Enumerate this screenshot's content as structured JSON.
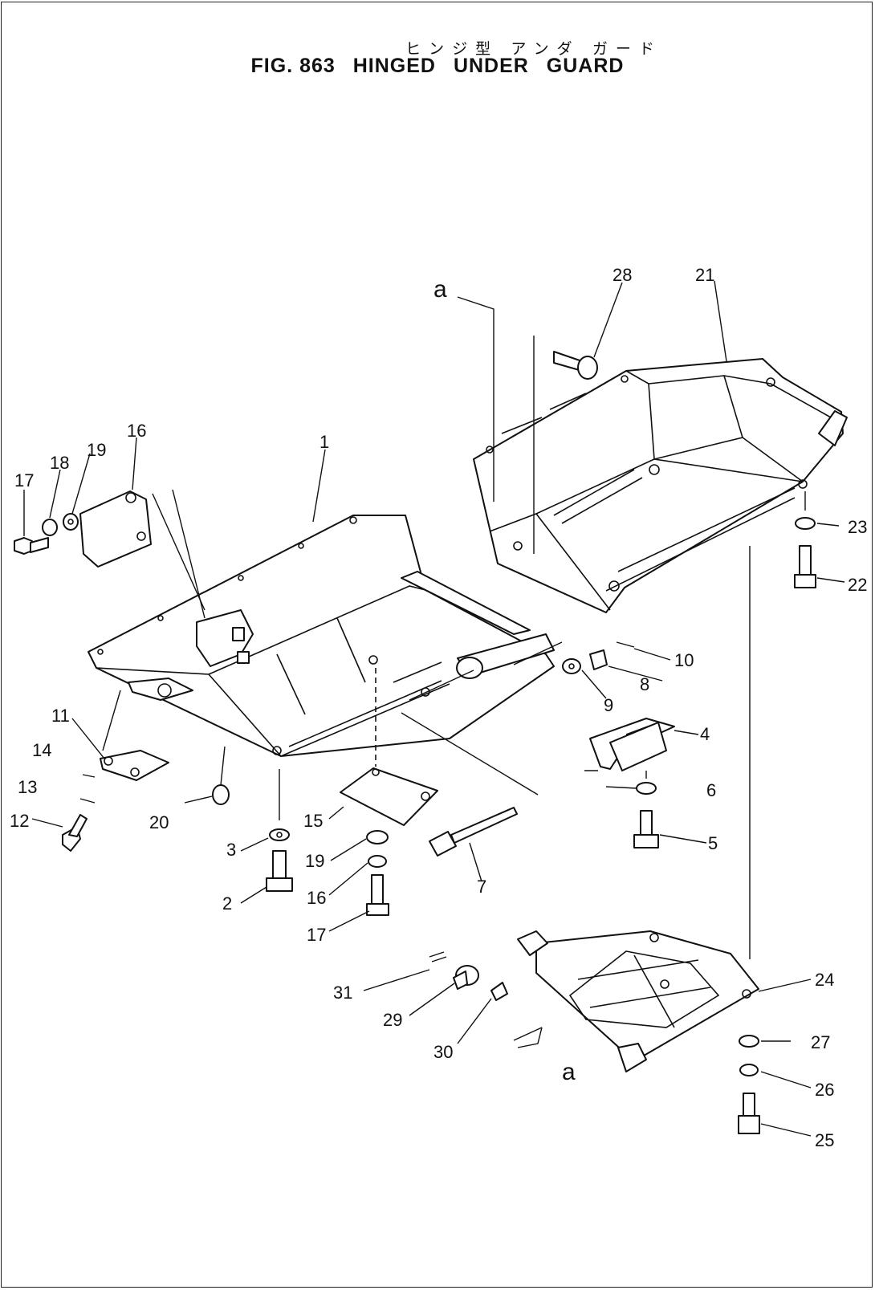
{
  "title": {
    "japanese": "ヒンジ型 アンダ ガード",
    "figure": "FIG. 863",
    "name_words": [
      "HINGED",
      "UNDER",
      "GUARD"
    ]
  },
  "callouts": [
    {
      "id": "c1",
      "text": "1"
    },
    {
      "id": "c2",
      "text": "2"
    },
    {
      "id": "c3",
      "text": "3"
    },
    {
      "id": "c4",
      "text": "4"
    },
    {
      "id": "c5",
      "text": "5"
    },
    {
      "id": "c6",
      "text": "6"
    },
    {
      "id": "c7",
      "text": "7"
    },
    {
      "id": "c8",
      "text": "8"
    },
    {
      "id": "c9",
      "text": "9"
    },
    {
      "id": "c10",
      "text": "10"
    },
    {
      "id": "c11",
      "text": "11"
    },
    {
      "id": "c12",
      "text": "12"
    },
    {
      "id": "c13",
      "text": "13"
    },
    {
      "id": "c14",
      "text": "14"
    },
    {
      "id": "c15",
      "text": "15"
    },
    {
      "id": "c16a",
      "text": "16"
    },
    {
      "id": "c16b",
      "text": "16"
    },
    {
      "id": "c17a",
      "text": "17"
    },
    {
      "id": "c17b",
      "text": "17"
    },
    {
      "id": "c18",
      "text": "18"
    },
    {
      "id": "c19a",
      "text": "19"
    },
    {
      "id": "c19b",
      "text": "19"
    },
    {
      "id": "c20",
      "text": "20"
    },
    {
      "id": "c21",
      "text": "21"
    },
    {
      "id": "c22",
      "text": "22"
    },
    {
      "id": "c23",
      "text": "23"
    },
    {
      "id": "c24",
      "text": "24"
    },
    {
      "id": "c25",
      "text": "25"
    },
    {
      "id": "c26",
      "text": "26"
    },
    {
      "id": "c27",
      "text": "27"
    },
    {
      "id": "c28",
      "text": "28"
    },
    {
      "id": "c29",
      "text": "29"
    },
    {
      "id": "c30",
      "text": "30"
    },
    {
      "id": "c31",
      "text": "31"
    }
  ],
  "reference_marks": [
    {
      "id": "ra1",
      "text": "a"
    },
    {
      "id": "ra2",
      "text": "a"
    }
  ]
}
